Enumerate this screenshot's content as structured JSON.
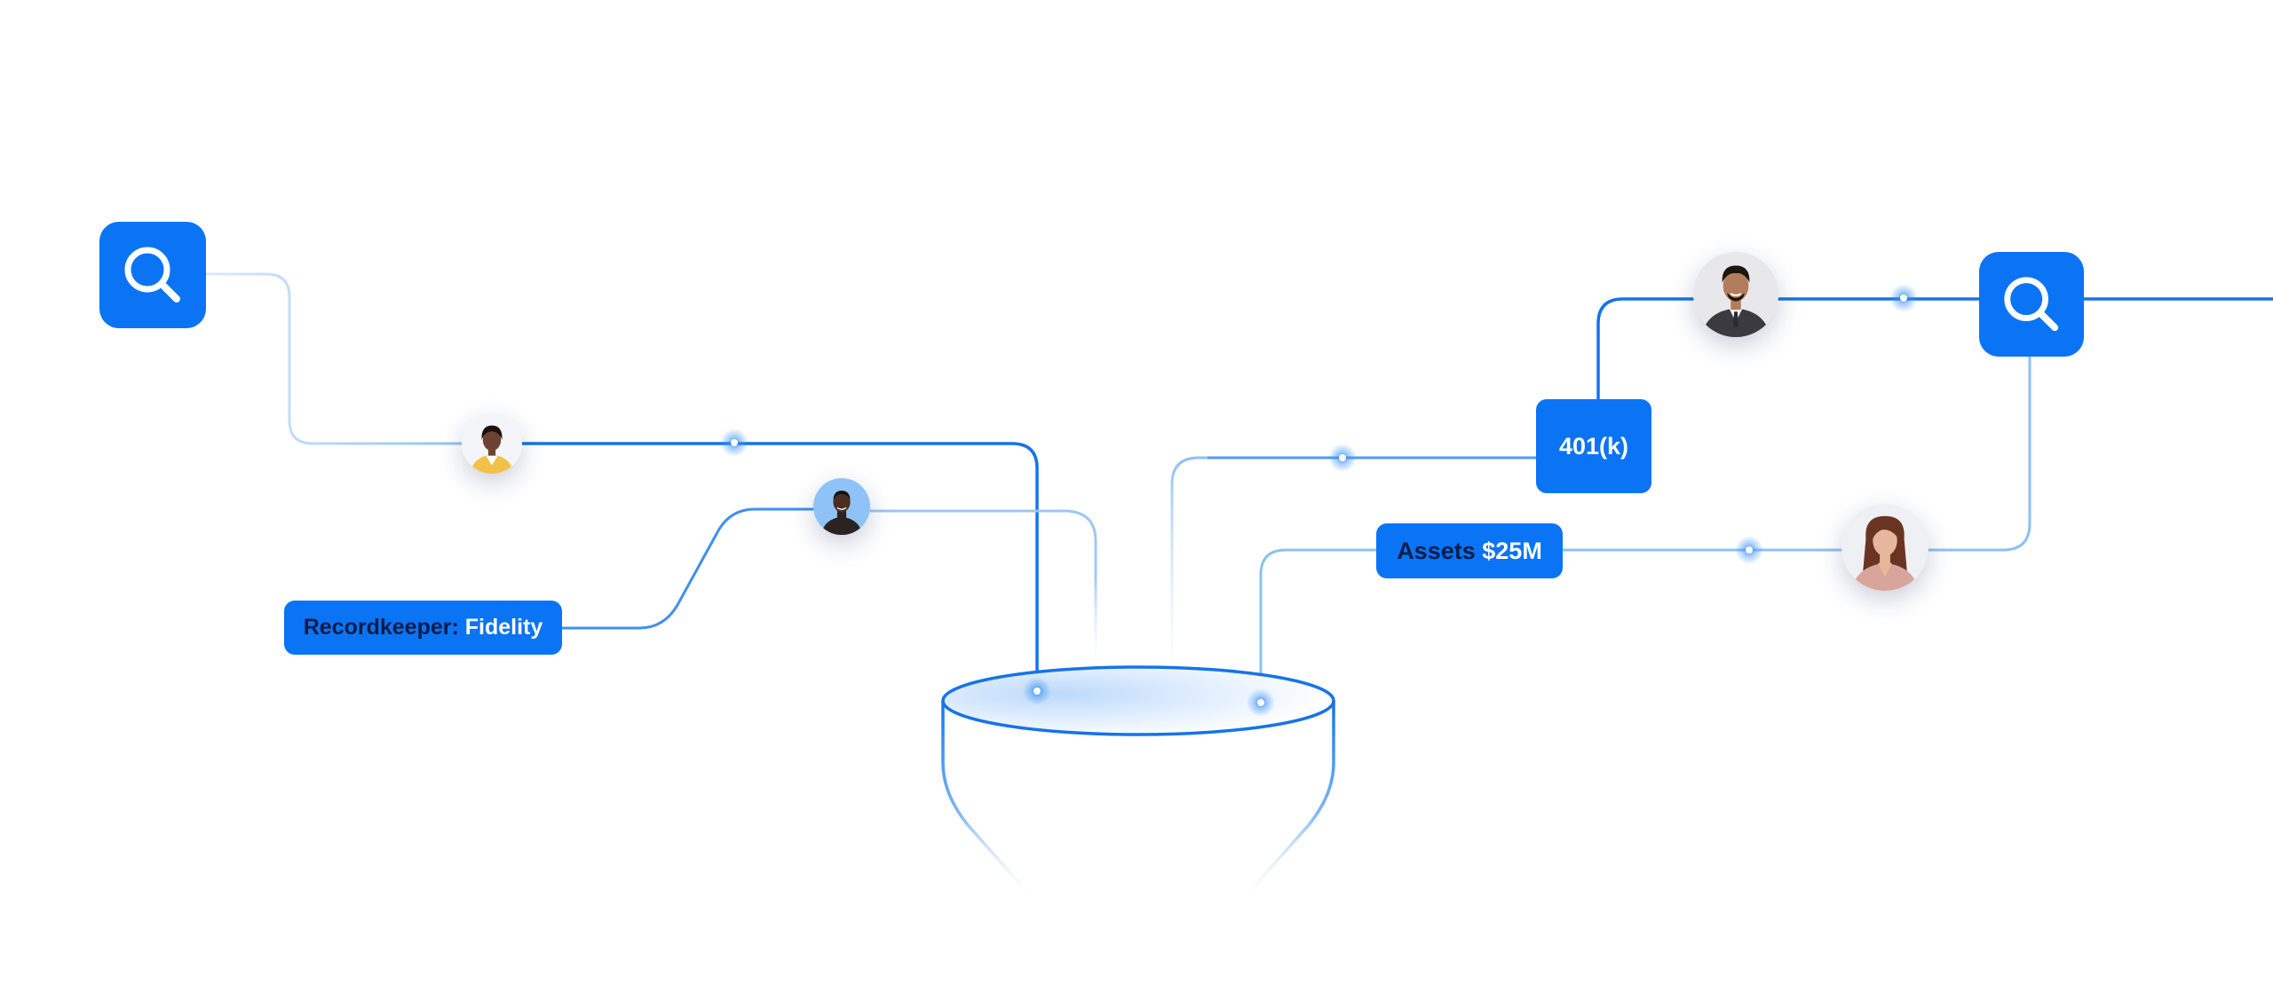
{
  "colors": {
    "accent": "#0a74f5",
    "line_strong": "#1673ea",
    "line_soft": "#8cc0f5",
    "dark_text": "#0b1d4a"
  },
  "icons": {
    "left_search": "search-icon",
    "right_search": "search-icon"
  },
  "tags": {
    "recordkeeper": {
      "label": "Recordkeeper:",
      "value": "Fidelity"
    },
    "plan_type": {
      "value": "401(k)"
    },
    "assets": {
      "label": "Assets",
      "value": "$25M"
    }
  },
  "avatars": [
    {
      "name": "avatar-woman-yellow-jacket",
      "bg": "#f3f5f8",
      "skin": "#6b4330",
      "hair": "#1c120d",
      "shirt": "#f2c14a"
    },
    {
      "name": "avatar-man-dark-turtleneck",
      "bg": "#8fc3f7",
      "skin": "#4a2e22",
      "hair": "#15100c",
      "shirt": "#2a2322"
    },
    {
      "name": "avatar-man-suit",
      "bg": "#e8e8ea",
      "skin": "#b27d5c",
      "hair": "#1d140f",
      "shirt": "#3a3a40"
    },
    {
      "name": "avatar-woman-pink-blazer",
      "bg": "#eef0f3",
      "skin": "#e7b79c",
      "hair": "#6a3423",
      "shirt": "#d9a59a"
    }
  ]
}
